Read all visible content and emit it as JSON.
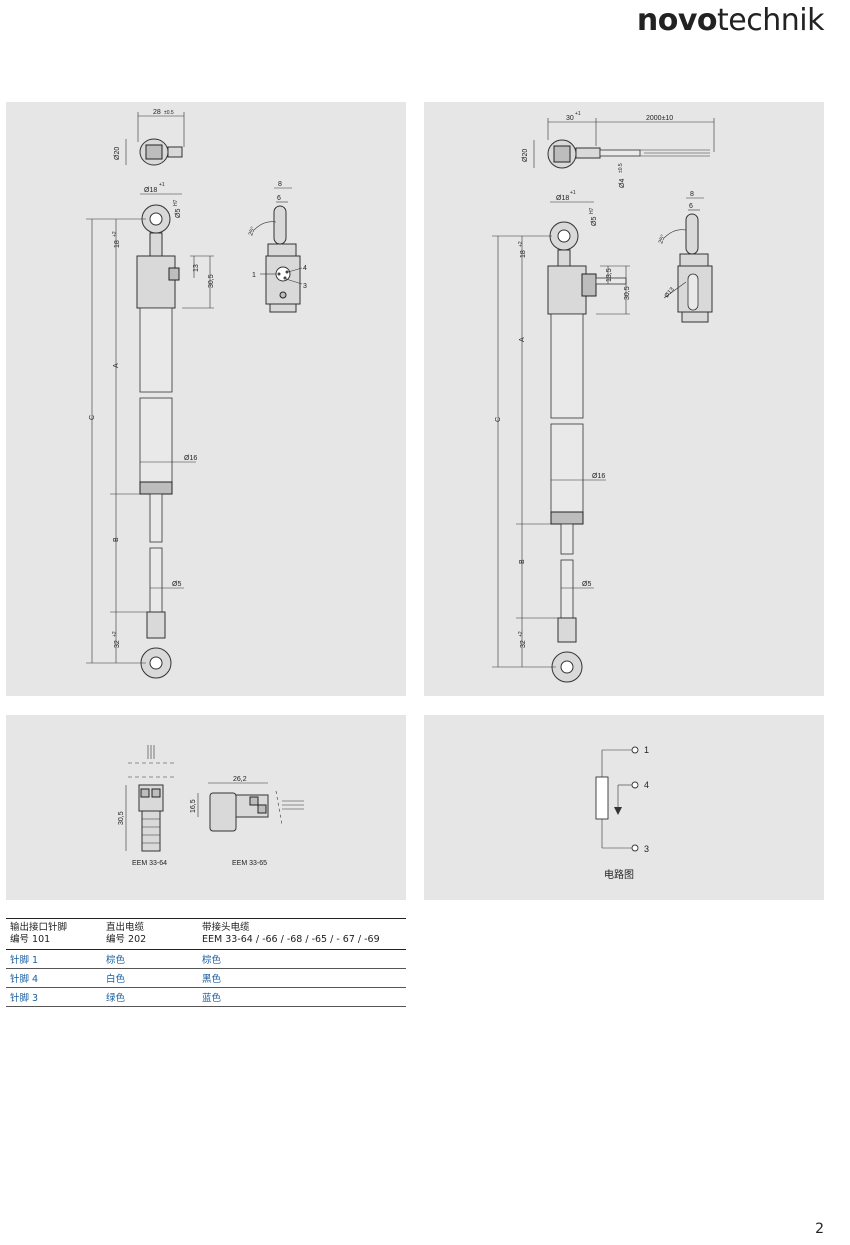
{
  "brand": {
    "bold": "novo",
    "light": "technik"
  },
  "drawing_a": {
    "dims": {
      "width_top": "28",
      "width_top_tol": "±0.5",
      "dia20": "Ø20",
      "dia18": "Ø18",
      "dia18_tol": "+1",
      "dia5h": "Ø5",
      "h7": "H7",
      "d18": "18",
      "d18_tol": "+2",
      "d13": "13",
      "d30_5": "30,5",
      "A": "A",
      "C": "C",
      "d16": "Ø16",
      "B": "B",
      "d5": "Ø5",
      "d32": "32",
      "d32_tol": "+2"
    },
    "side": {
      "d8": "8",
      "d6": "6",
      "angle": "25°",
      "p1": "1",
      "p4": "4",
      "p3": "3"
    }
  },
  "drawing_b": {
    "dims": {
      "d30": "30",
      "d30_tol": "+1",
      "cable": "2000±10",
      "dia20": "Ø20",
      "dia4": "Ø4",
      "dia4_tol": "±0.5",
      "dia18": "Ø18",
      "dia18_tol": "+1",
      "dia5h": "Ø5",
      "h7": "H7",
      "d18": "18",
      "d18_tol": "+2",
      "d13_5": "13,5",
      "d30_5": "30,5",
      "A": "A",
      "C": "C",
      "d16": "Ø16",
      "B": "B",
      "d5": "Ø5",
      "d32": "32",
      "d32_tol": "+2"
    },
    "side": {
      "d8": "8",
      "d6": "6",
      "angle": "25°",
      "dia13": "Ø13"
    }
  },
  "connectors": {
    "d30_5": "30,5",
    "d26_2": "26,2",
    "d16_5": "16,5",
    "label_64": "EEM 33-64",
    "label_65": "EEM 33-65"
  },
  "circuit": {
    "t1": "1",
    "t4": "4",
    "t3": "3",
    "caption": "电路图"
  },
  "pinout": {
    "headers": [
      {
        "line1": "输出接口针脚",
        "line2": "编号 101"
      },
      {
        "line1": "直出电缆",
        "line2": "编号 202"
      },
      {
        "line1": "带接头电缆",
        "line2": "EEM 33-64 / -66 / -68 / -65 / - 67 / -69"
      }
    ],
    "rows": [
      [
        "针脚 1",
        "棕色",
        "棕色"
      ],
      [
        "针脚 4",
        "白色",
        "黑色"
      ],
      [
        "针脚 3",
        "绿色",
        "蓝色"
      ]
    ]
  },
  "page_number": "2"
}
